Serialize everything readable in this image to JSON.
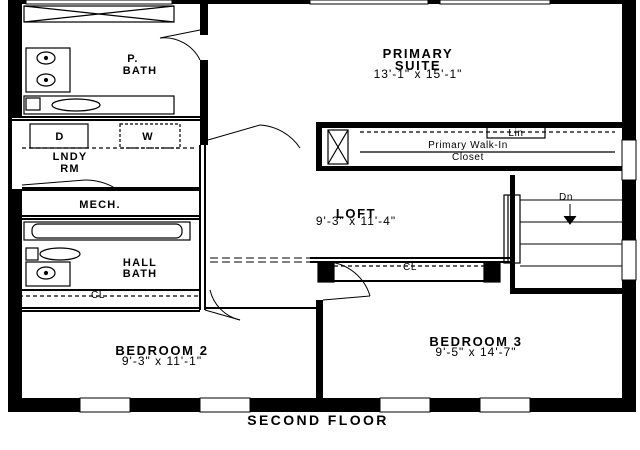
{
  "rooms": {
    "primary_suite": {
      "name_line1": "PRIMARY",
      "name_line2": "SUITE",
      "dimensions": "13'-1\" x 15'-1\""
    },
    "p_bath": {
      "name_line1": "P.",
      "name_line2": "BATH"
    },
    "laundry": {
      "name_line1": "LNDY",
      "name_line2": "RM",
      "dryer": "D",
      "washer": "W"
    },
    "mech": {
      "name": "MECH."
    },
    "loft": {
      "name": "LOFT",
      "dimensions": "9'-3\" x 11'-4\""
    },
    "hall_bath": {
      "name_line1": "HALL",
      "name_line2": "BATH"
    },
    "bedroom2": {
      "name": "BEDROOM 2",
      "dimensions": "9'-3\" x 11'-1\""
    },
    "bedroom3": {
      "name": "BEDROOM 3",
      "dimensions": "9'-5\" x 14'-7\""
    },
    "walk_in": {
      "name_line1": "Primary Walk-In",
      "name_line2": "Closet",
      "linen": "Lin"
    }
  },
  "closets": {
    "hall_cl": "CL",
    "bed2_cl": "CL"
  },
  "stairs": {
    "label": "Dn"
  },
  "floor_title": "SECOND FLOOR"
}
